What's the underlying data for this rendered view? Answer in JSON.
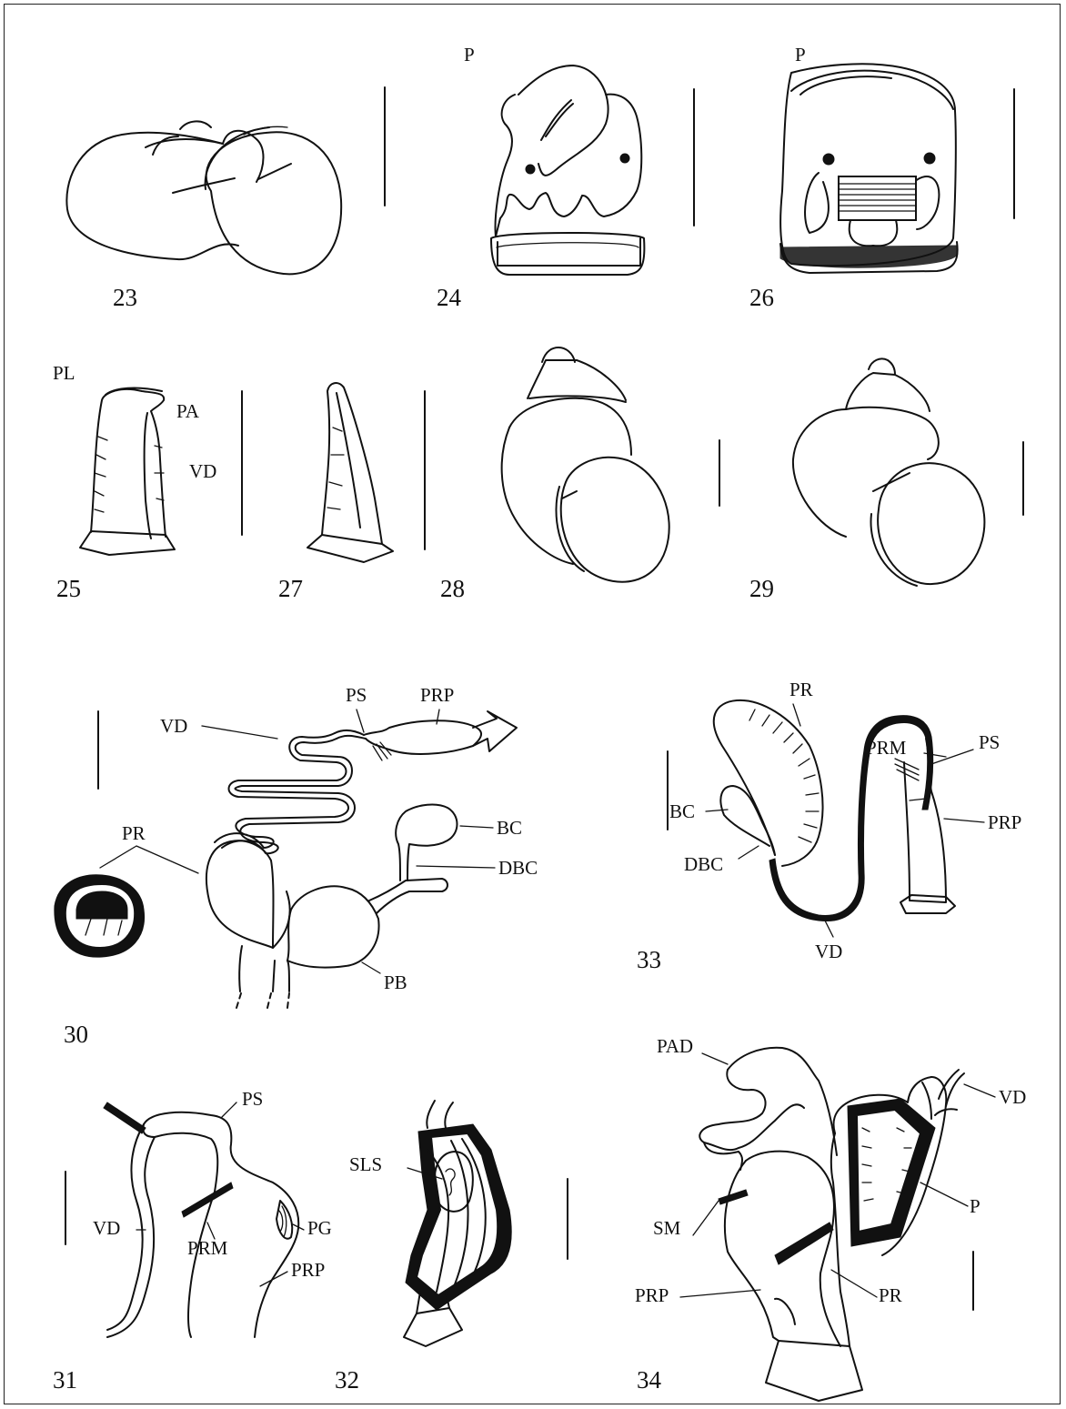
{
  "figure_numbers": {
    "n23": "23",
    "n24": "24",
    "n26": "26",
    "n25": "25",
    "n27": "27",
    "n28": "28",
    "n29": "29",
    "n30": "30",
    "n33": "33",
    "n31": "31",
    "n32": "32",
    "n34": "34"
  },
  "labels": {
    "f24": {
      "p": "P"
    },
    "f26": {
      "p": "P"
    },
    "f25": {
      "pl": "PL",
      "pa": "PA",
      "vd": "VD"
    },
    "f30": {
      "vd": "VD",
      "ps": "PS",
      "prp": "PRP",
      "pr": "PR",
      "bc": "BC",
      "dbc": "DBC",
      "pb": "PB"
    },
    "f33": {
      "pr": "PR",
      "prm": "PRM",
      "ps": "PS",
      "bc": "BC",
      "prp": "PRP",
      "dbc": "DBC",
      "vd": "VD"
    },
    "f31": {
      "ps": "PS",
      "vd": "VD",
      "prm": "PRM",
      "pg": "PG",
      "prp": "PRP"
    },
    "f32": {
      "sls": "SLS"
    },
    "f34": {
      "pad": "PAD",
      "vd": "VD",
      "p": "P",
      "sm": "SM",
      "prp": "PRP",
      "pr": "PR"
    }
  },
  "colors": {
    "ink": "#111111",
    "paper": "#ffffff",
    "frame": "#222222"
  }
}
